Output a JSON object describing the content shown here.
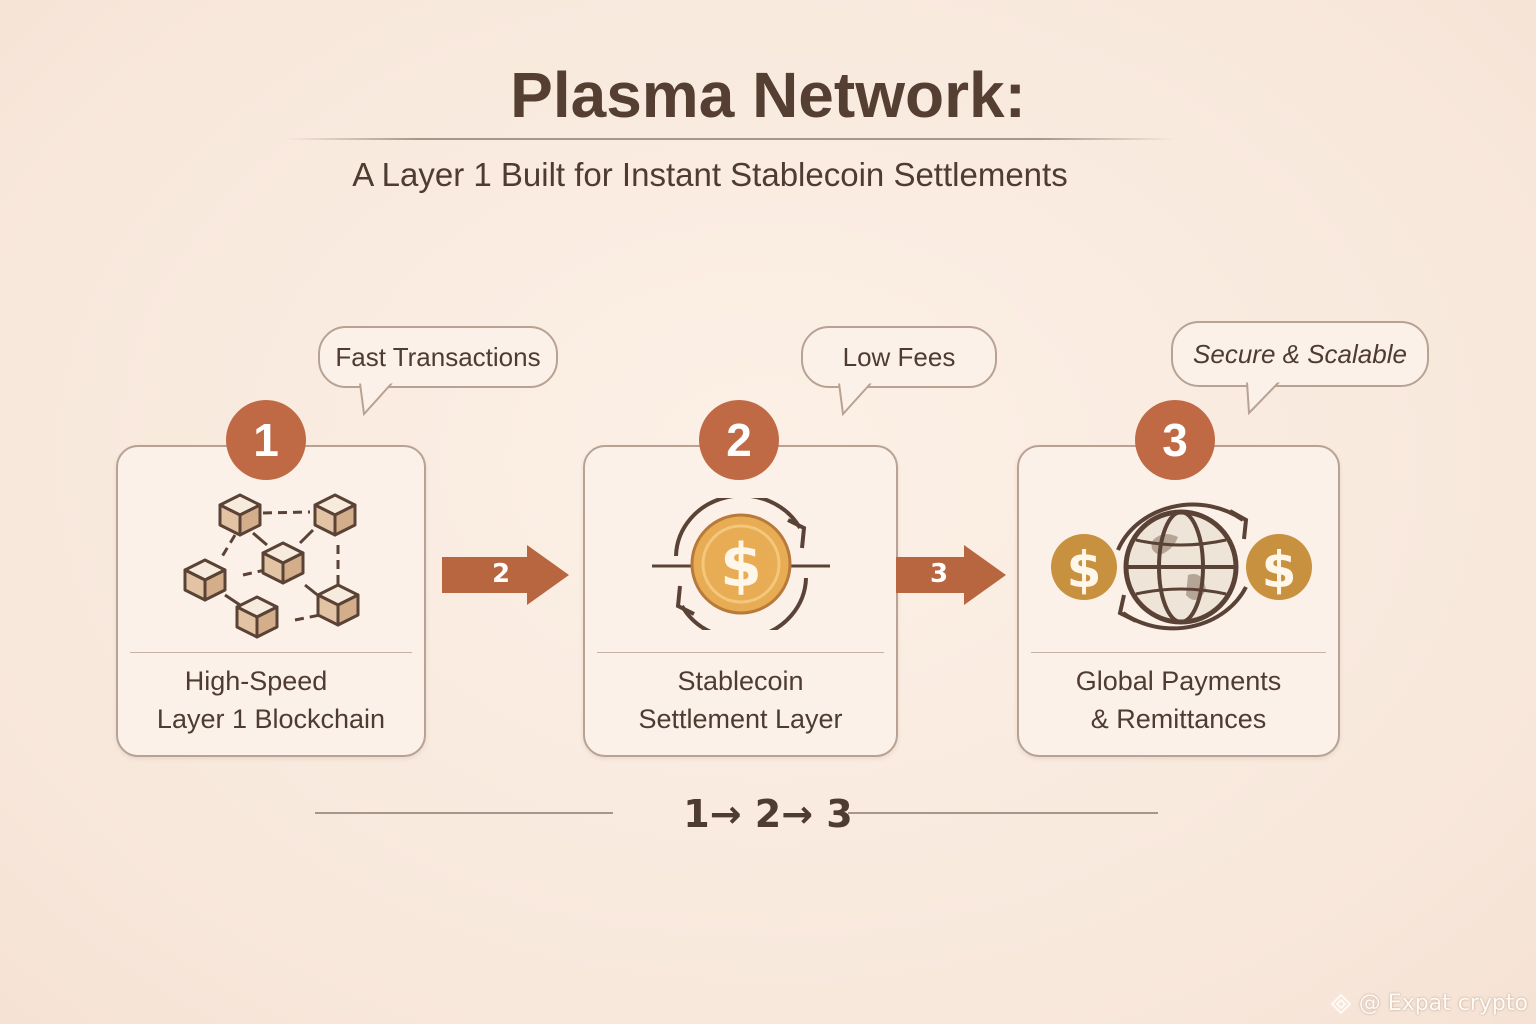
{
  "header": {
    "title": "Plasma Network:",
    "subtitle": "A Layer 1 Built for Instant Stablecoin Settlements"
  },
  "steps": [
    {
      "number": "1",
      "label_line1": "High-Speed",
      "label_line2": "Layer 1 Blockchain",
      "bubble": "Fast Transactions",
      "icon": "blockchain-network-icon"
    },
    {
      "number": "2",
      "label_line1": "Stablecoin",
      "label_line2": "Settlement Layer",
      "bubble": "Low Fees",
      "icon": "stablecoin-exchange-icon"
    },
    {
      "number": "3",
      "label_line1": "Global Payments",
      "label_line2": "& Remittances",
      "bubble": "Secure & Scalable",
      "icon": "global-payments-icon"
    }
  ],
  "connectors": [
    {
      "label": "2"
    },
    {
      "label": "3"
    }
  ],
  "flow": {
    "text": "1→ 2→ 3"
  },
  "watermark": {
    "text": "@ Expat crypto"
  },
  "colors": {
    "accent": "#c06a45",
    "text": "#4e3b31",
    "card_bg": "#fcf1e8",
    "border": "#b7a294",
    "coin": "#e8ac55"
  }
}
